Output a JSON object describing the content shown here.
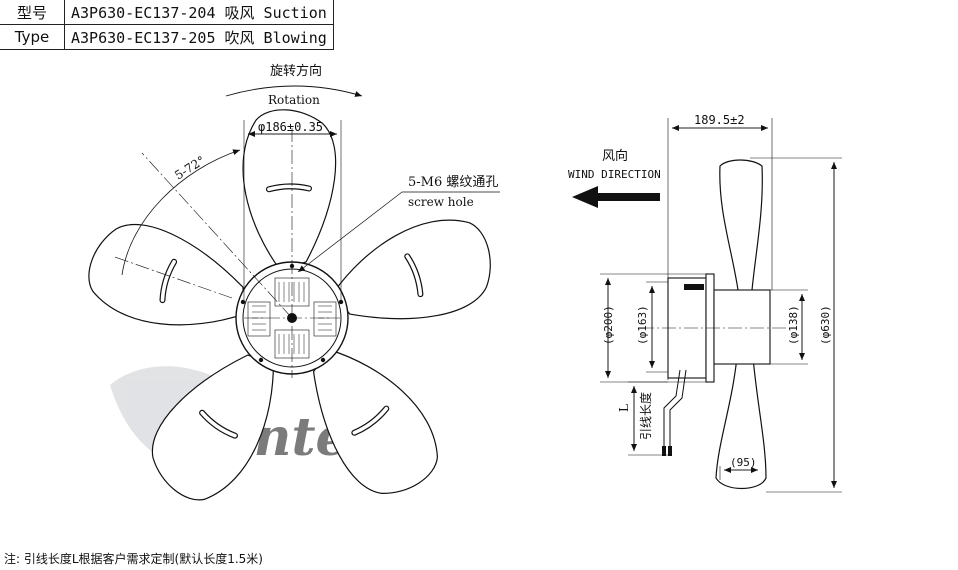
{
  "type_table": {
    "rows": [
      {
        "label": "型号",
        "value": "A3P630-EC137-204 吸风 Suction"
      },
      {
        "label": "Type",
        "value": "A3P630-EC137-205 吹风 Blowing"
      }
    ]
  },
  "front_view": {
    "rotation_cn": "旋转方向",
    "rotation_en": "Rotation",
    "hub_dim": "φ186±0.35",
    "angle_dim": "5-72°",
    "screw_cn": "5-M6 螺纹通孔",
    "screw_en": "screw hole",
    "watermark": "Ventel"
  },
  "side_view": {
    "wind_cn": "风向",
    "wind_en": "WIND DIRECTION",
    "depth_dim": "189.5±2",
    "dim_200": "(φ200)",
    "dim_163": "(φ163)",
    "dim_138": "(φ138)",
    "dim_630": "(φ630)",
    "dim_95": "(95)",
    "lead_label": "L",
    "lead_cn": "引线长度"
  },
  "footnote": "注: 引线长度L根据客户需求定制(默认长度1.5米)",
  "colors": {
    "line": "#111111",
    "watermark": "#c9ccd0"
  }
}
